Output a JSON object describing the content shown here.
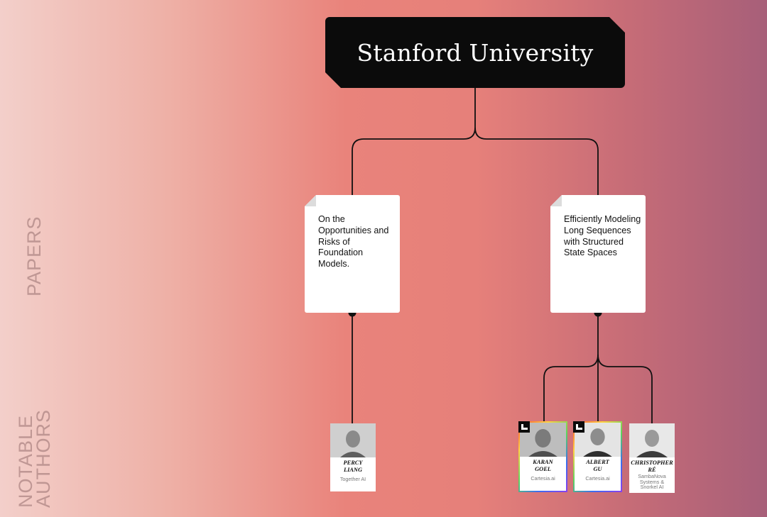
{
  "side_labels": {
    "papers": "PAPERS",
    "authors_line1": "NOTABLE",
    "authors_line2": "AUTHORS"
  },
  "institution": {
    "name": "Stanford University"
  },
  "papers": [
    {
      "title": "On the Opportunities and Risks of Foundation Models."
    },
    {
      "title": "Efficiently Modeling Long Sequences with Structured State Spaces"
    }
  ],
  "authors": [
    {
      "name": "PERCY\nLIANG",
      "affiliation": "Together AI",
      "featured": false
    },
    {
      "name": "KARAN\nGOEL",
      "affiliation": "Cartesia.ai",
      "featured": true
    },
    {
      "name": "ALBERT\nGU",
      "affiliation": "Cartesia.ai",
      "featured": true
    },
    {
      "name": "CHRISTOPHER\nRÉ",
      "affiliation": "SambaNova\nSystems &\nSnorkel AI",
      "featured": false
    }
  ],
  "colors": {
    "institution_bg": "#0b0b0b",
    "connector": "#111111",
    "card_bg": "#ffffff"
  }
}
